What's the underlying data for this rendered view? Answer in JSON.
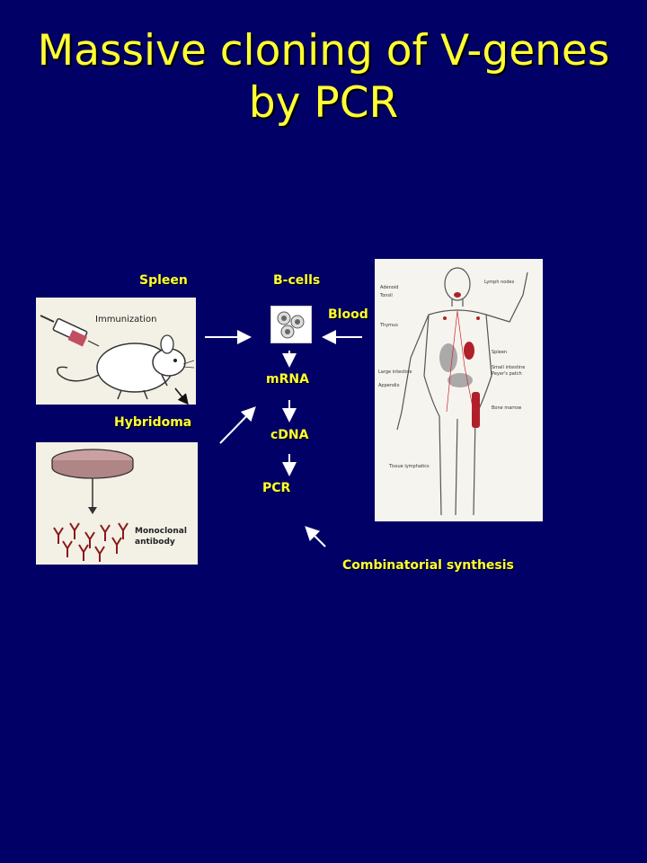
{
  "title": {
    "line1": "Massive cloning of V-genes",
    "line2": "by PCR"
  },
  "labels": {
    "spleen": "Spleen",
    "bcells": "B-cells",
    "blood": "Blood",
    "mrna": "mRNA",
    "hybridoma": "Hybridoma",
    "cdna": "cDNA",
    "pcr": "PCR",
    "combinatorial": "Combinatorial synthesis"
  },
  "figures": {
    "mouse": {
      "caption": "Immunization"
    },
    "hybridoma": {
      "caption_line1": "Monoclonal",
      "caption_line2": "antibody"
    },
    "body": {
      "labels": [
        "Adenoid",
        "Tonsil",
        "Lymph nodes",
        "Thymus",
        "Spleen",
        "Small intestine",
        "Peyer's patch",
        "Large intestine",
        "Appendix",
        "Bone marrow",
        "Tissue lymphatics"
      ]
    }
  },
  "colors": {
    "background": "#000066",
    "text": "#ffff33",
    "arrow": "#ffffff",
    "organ_red": "#b0202a"
  }
}
